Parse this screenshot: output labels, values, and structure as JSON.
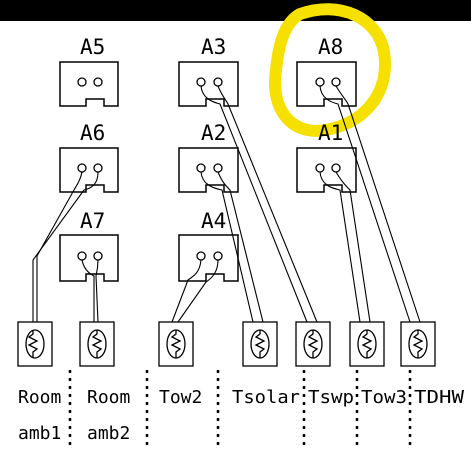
{
  "slots": [
    {
      "id": "A5",
      "label": "A5"
    },
    {
      "id": "A3",
      "label": "A3"
    },
    {
      "id": "A8",
      "label": "A8"
    },
    {
      "id": "A6",
      "label": "A6"
    },
    {
      "id": "A2",
      "label": "A2"
    },
    {
      "id": "A1",
      "label": "A1"
    },
    {
      "id": "A7",
      "label": "A7"
    },
    {
      "id": "A4",
      "label": "A4"
    }
  ],
  "sensors": [
    {
      "id": "room-amb1",
      "line1": "Room",
      "line2": "amb1"
    },
    {
      "id": "room-amb2",
      "line1": "Room",
      "line2": "amb2"
    },
    {
      "id": "tow2",
      "line1": "Tow2",
      "line2": ""
    },
    {
      "id": "tsolar",
      "line1": "Tsolar",
      "line2": ""
    },
    {
      "id": "tswp",
      "line1": "Tswp",
      "line2": ""
    },
    {
      "id": "tow3",
      "line1": "Tow3",
      "line2": ""
    },
    {
      "id": "tdhw",
      "line1": "TDHW",
      "line2": ""
    }
  ],
  "highlight": {
    "target": "A8",
    "color": "#f5e000"
  },
  "colors": {
    "line": "#000000",
    "background": "#ffffff",
    "top_bar": "#000000"
  }
}
